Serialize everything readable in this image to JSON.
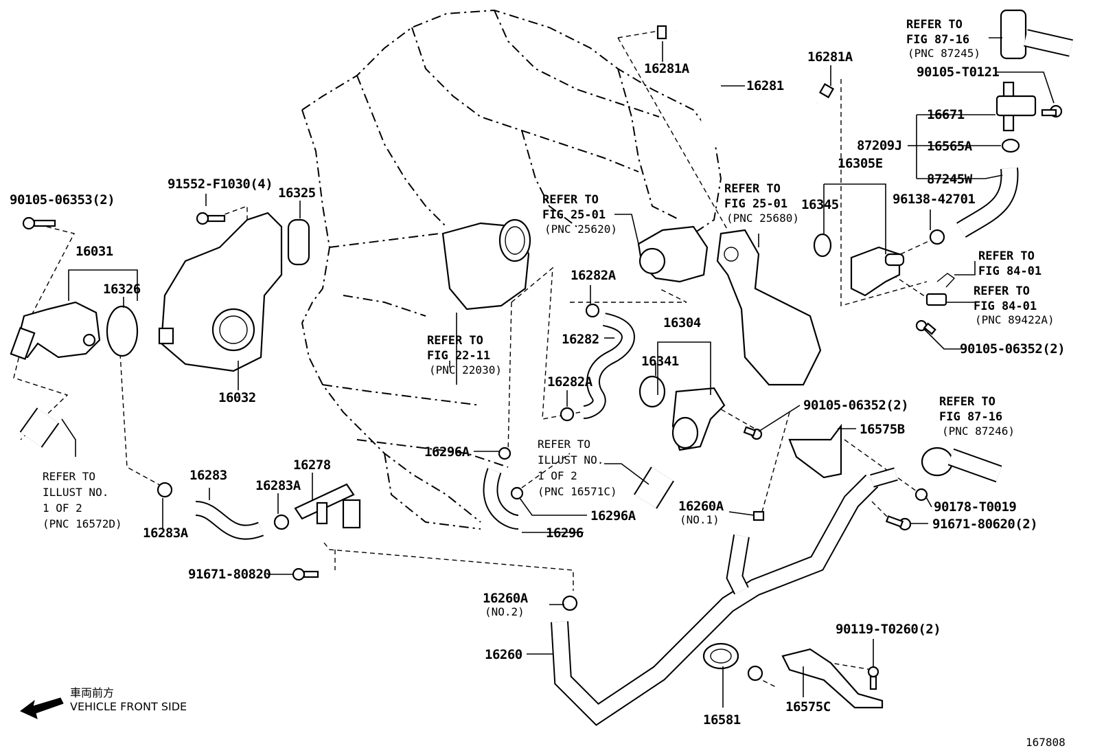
{
  "diagram_number": "167808",
  "front_note": {
    "jp": "車両前方",
    "en": "VEHICLE FRONT SIDE"
  },
  "labels": {
    "p90105_06353": "90105-06353(2)",
    "p16031": "16031",
    "p16326": "16326",
    "p91552": "91552-F1030(4)",
    "p16325": "16325",
    "p16032": "16032",
    "p16283": "16283",
    "p16283A_1": "16283A",
    "p16283A_2": "16283A",
    "p16278": "16278",
    "p91671_80820": "91671-80820",
    "p16296A_1": "16296A",
    "p16296A_2": "16296A",
    "p16296": "16296",
    "p16282A_1": "16282A",
    "p16282": "16282",
    "p16282A_2": "16282A",
    "p16304": "16304",
    "p16341": "16341",
    "p16281A_1": "16281A",
    "p16281": "16281",
    "p16281A_2": "16281A",
    "p16345": "16345",
    "p16305E": "16305E",
    "p96138": "96138-42701",
    "p87209J": "87209J",
    "p16671": "16671",
    "p16565A": "16565A",
    "p87245W": "87245W",
    "p90105_T0121": "90105-T0121",
    "p90105_06352_a": "90105-06352(2)",
    "p90105_06352_b": "90105-06352(2)",
    "p16575B": "16575B",
    "p90178": "90178-T0019",
    "p91671_80620": "91671-80620(2)",
    "p16260A_1": "16260A",
    "p16260A_1_sub": "(NO.1)",
    "p16260A_2": "16260A",
    "p16260A_2_sub": "(NO.2)",
    "p16260": "16260",
    "p16581": "16581",
    "p16575C": "16575C",
    "p90119": "90119-T0260(2)"
  },
  "refs": {
    "r_illust_left": [
      "REFER TO",
      "ILLUST NO.",
      "1 OF 2",
      "(PNC 16572D)"
    ],
    "r_illust_mid": [
      "REFER TO",
      "ILLUST NO.",
      "1 OF 2",
      "(PNC 16571C)"
    ],
    "r_fig2211": [
      "REFER TO",
      "FIG 22-11",
      "(PNC 22030)"
    ],
    "r_fig2501a": [
      "REFER TO",
      "FIG 25-01",
      "(PNC 25620)"
    ],
    "r_fig2501b": [
      "REFER TO",
      "FIG 25-01",
      "(PNC 25680)"
    ],
    "r_fig8716a": [
      "REFER TO",
      "FIG 87-16",
      "(PNC 87245)"
    ],
    "r_fig8716b": [
      "REFER TO",
      "FIG 87-16",
      "(PNC 87246)"
    ],
    "r_fig8401a": [
      "REFER TO",
      "FIG 84-01"
    ],
    "r_fig8401b": [
      "REFER TO",
      "FIG 84-01",
      "(PNC 89422A)"
    ]
  }
}
